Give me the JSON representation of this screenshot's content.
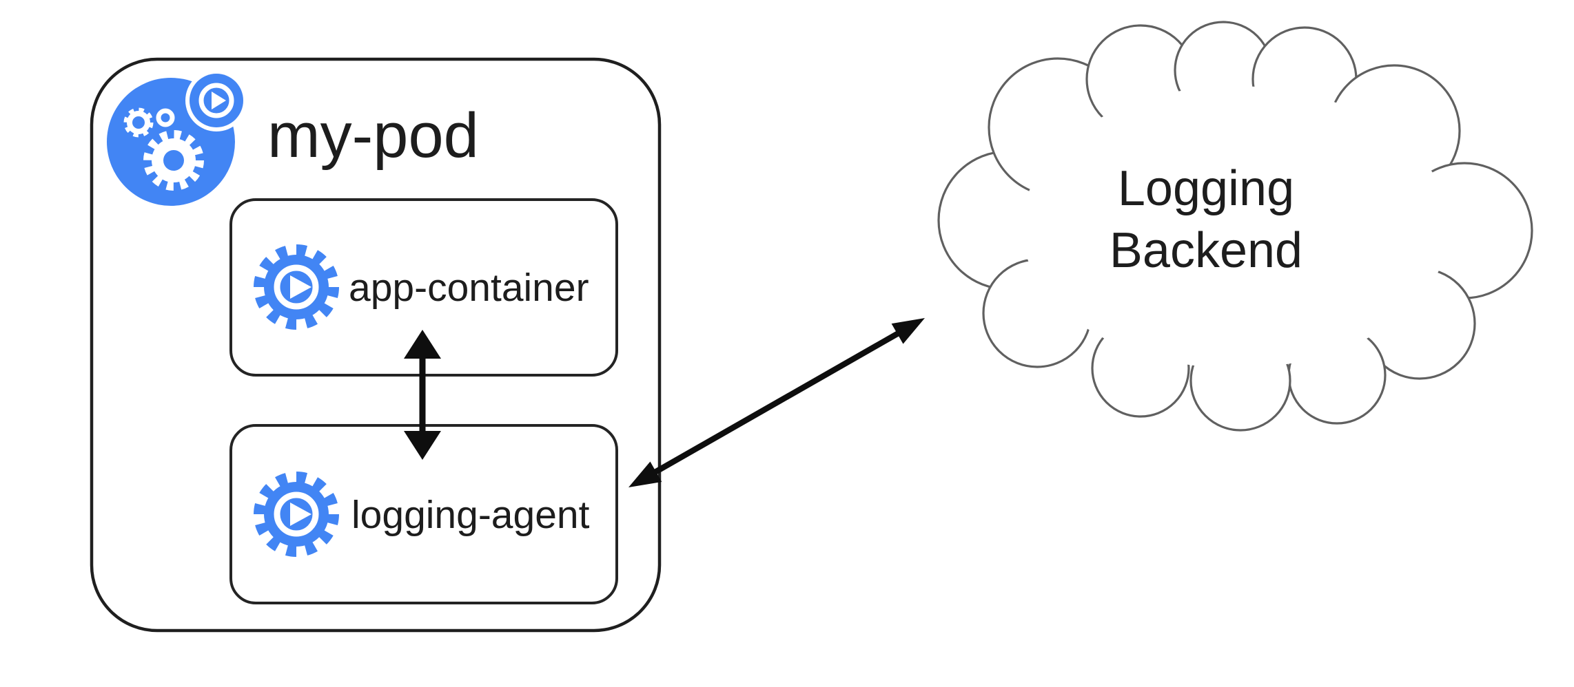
{
  "diagram": {
    "title": "Kubernetes pod with sidecar logging agent streaming to a logging backend",
    "pod": {
      "label": "my-pod",
      "icon": "kubernetes-pod-icon",
      "containers": [
        {
          "label": "app-container",
          "icon": "container-gear-play-icon"
        },
        {
          "label": "logging-agent",
          "icon": "container-gear-play-icon"
        }
      ]
    },
    "cloud": {
      "label_line1": "Logging",
      "label_line2": "Backend",
      "shape": "cloud"
    },
    "connections": [
      {
        "from": "app-container",
        "to": "logging-agent",
        "style": "bidirectional-arrow"
      },
      {
        "from": "logging-agent",
        "to": "logging-backend-cloud",
        "style": "bidirectional-arrow"
      }
    ],
    "colors": {
      "accent_blue": "#4285f4",
      "outline_dark": "#222222",
      "cloud_outline_gray": "#606060",
      "arrow_black": "#0e0e0e",
      "text_dark": "#1d1d1d",
      "background": "#ffffff"
    }
  }
}
